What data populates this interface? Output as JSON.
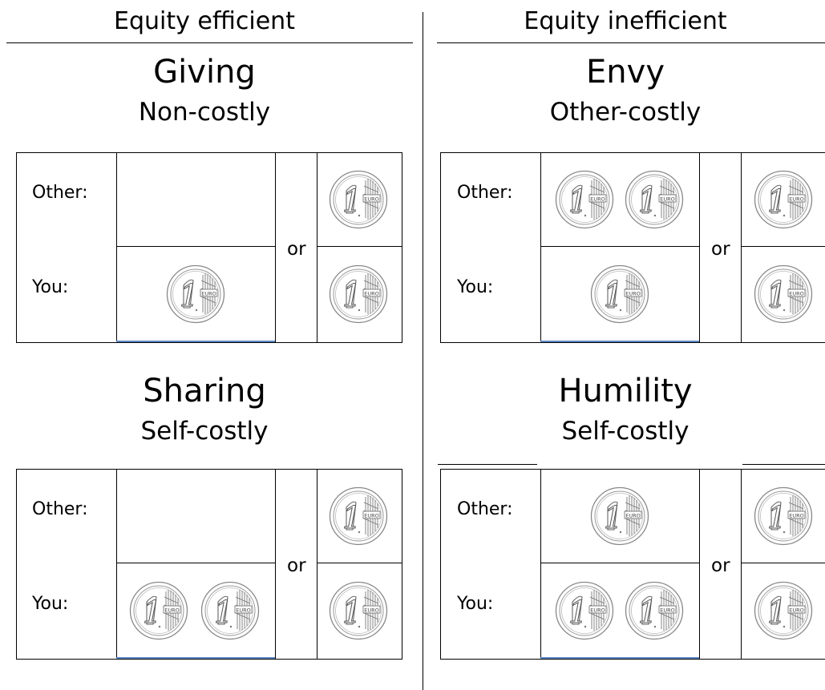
{
  "headers": {
    "left": "Equity efficient",
    "right": "Equity inefficient"
  },
  "panels": {
    "giving": {
      "title": "Giving",
      "subtitle": "Non-costly",
      "other_label": "Other:",
      "you_label": "You:",
      "or_label": "or",
      "option_a": {
        "other_coins": 0,
        "you_coins": 1
      },
      "option_b": {
        "other_coins": 1,
        "you_coins": 1
      }
    },
    "envy": {
      "title": "Envy",
      "subtitle": "Other-costly",
      "other_label": "Other:",
      "you_label": "You:",
      "or_label": "or",
      "option_a": {
        "other_coins": 2,
        "you_coins": 1
      },
      "option_b": {
        "other_coins": 1,
        "you_coins": 1
      }
    },
    "sharing": {
      "title": "Sharing",
      "subtitle": "Self-costly",
      "other_label": "Other:",
      "you_label": "You:",
      "or_label": "or",
      "option_a": {
        "other_coins": 0,
        "you_coins": 2
      },
      "option_b": {
        "other_coins": 1,
        "you_coins": 1
      }
    },
    "humility": {
      "title": "Humility",
      "subtitle": "Self-costly",
      "other_label": "Other:",
      "you_label": "You:",
      "or_label": "or",
      "option_a": {
        "other_coins": 1,
        "you_coins": 2
      },
      "option_b": {
        "other_coins": 1,
        "you_coins": 1
      }
    }
  },
  "coin": {
    "value_text": "1",
    "currency_text": "EURO",
    "icon": "one-euro-coin-icon"
  }
}
